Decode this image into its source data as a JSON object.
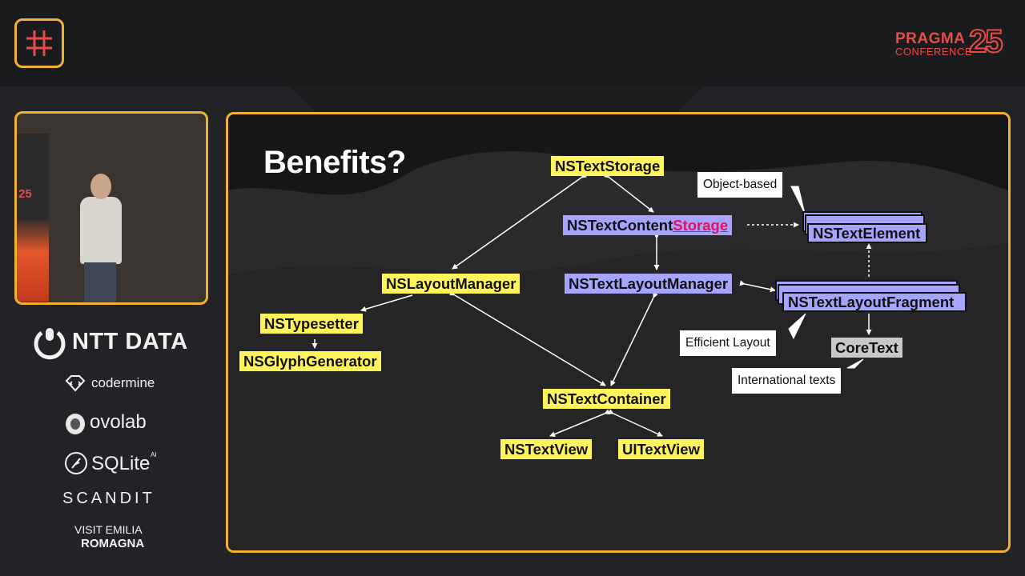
{
  "header": {
    "brand_name": "PRAGMA",
    "brand_sub": "CONFERENCE",
    "brand_year": "25",
    "logo_icon": "hash-icon",
    "accent_color": "#f2b134",
    "brand_color": "#e94b4b"
  },
  "video": {
    "banner_text": "25"
  },
  "sponsors": {
    "ntt": "NTT DATA",
    "codermine": "codermine",
    "ovolab": "ovolab",
    "sqlite": "SQLite",
    "sqlite_ai": "AI",
    "scandit": "SCANDIT",
    "visit_line1": "VISIT EMILIA",
    "visit_line2": "ROMAGNA"
  },
  "slide": {
    "title": "Benefits?",
    "nodes": {
      "text_storage": "NSTextStorage",
      "text_content_storage_prefix": "NSTextContent",
      "text_content_storage_highlight": "Storage",
      "text_element": "NSTextElement",
      "layout_manager": "NSLayoutManager",
      "text_layout_manager": "NSTextLayoutManager",
      "text_layout_fragment": "NSTextLayoutFragment",
      "typesetter": "NSTypesetter",
      "glyph_generator": "NSGlyphGenerator",
      "core_text": "CoreText",
      "text_container": "NSTextContainer",
      "text_view": "NSTextView",
      "ui_text_view": "UITextView"
    },
    "callouts": {
      "object_based": "Object-based",
      "efficient_layout": "Efficient Layout",
      "international_texts": "International texts"
    },
    "colors": {
      "yellow_node": "#fff45c",
      "purple_node": "#a7a4ff",
      "gray_node": "#c8c8c8",
      "highlight_text": "#e0135c"
    }
  }
}
